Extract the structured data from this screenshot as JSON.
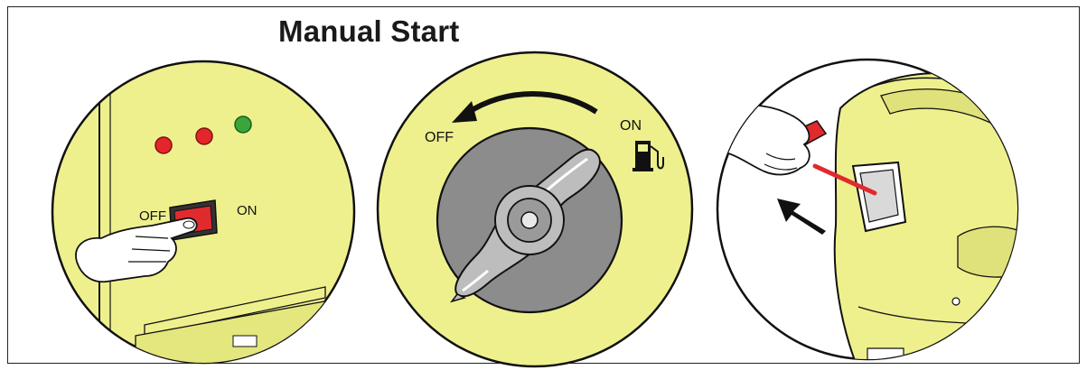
{
  "title": "Manual Start",
  "panels": [
    {
      "id": "switch",
      "off_label": "OFF",
      "on_label": "ON",
      "indicator_colors": [
        "#e4262a",
        "#e4262a",
        "#3aa53a"
      ]
    },
    {
      "id": "fuel-valve",
      "off_label": "OFF",
      "on_label": "ON"
    },
    {
      "id": "recoil-pull"
    }
  ],
  "colors": {
    "panel_yellow": "#eef08e",
    "knob_gray": "#8c8c8c",
    "outline": "#111111",
    "handle_red": "#e12a2e"
  }
}
